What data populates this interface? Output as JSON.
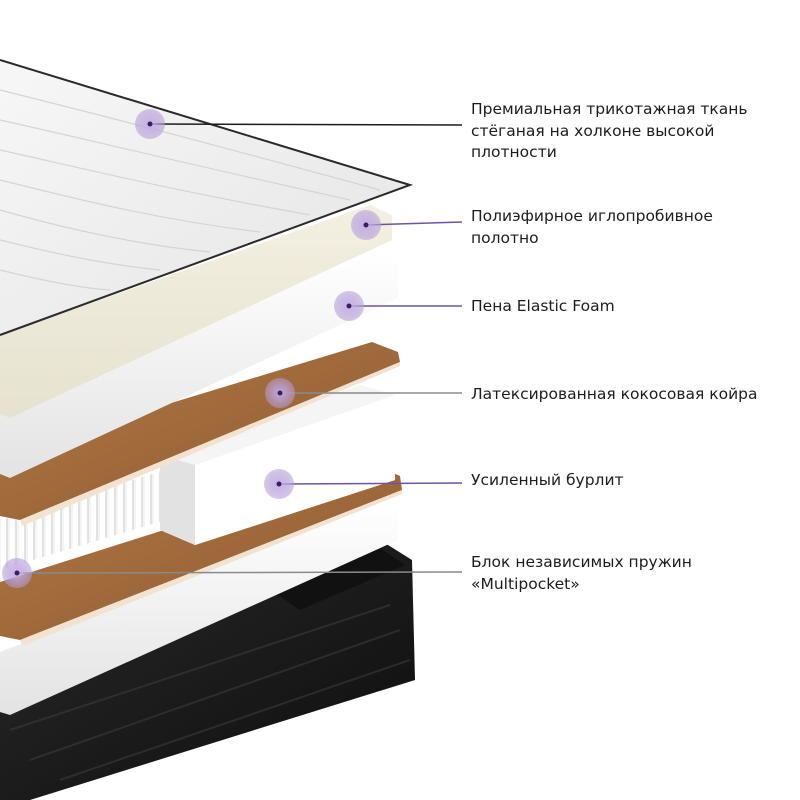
{
  "layers": [
    {
      "id": "quilted-knit-fabric",
      "lines": [
        "Премиальная трикотажная ткань",
        "стёганая на холконе высокой",
        "плотности"
      ]
    },
    {
      "id": "needle-punched-polyester",
      "lines": [
        "Полиэфирное иглопробивное",
        "полотно"
      ]
    },
    {
      "id": "elastic-foam",
      "lines": [
        "Пена Elastic Foam"
      ]
    },
    {
      "id": "latex-coir",
      "lines": [
        "Латексированная кокосовая койра"
      ]
    },
    {
      "id": "reinforced-burlit",
      "lines": [
        "Усиленный бурлит"
      ]
    },
    {
      "id": "pocket-spring-block",
      "lines": [
        "Блок независимых пружин",
        "«Multipocket»"
      ]
    }
  ],
  "colors": {
    "marker": "#9b7cc4",
    "marker_dot": "#3a1f5c",
    "leader_line": "#6b55a0",
    "text": "#1c1c1c",
    "fabric": "#f2f2f2",
    "coir": "#a06a3c",
    "foam": "#f7f7f7",
    "base": "#1a1a1a"
  }
}
